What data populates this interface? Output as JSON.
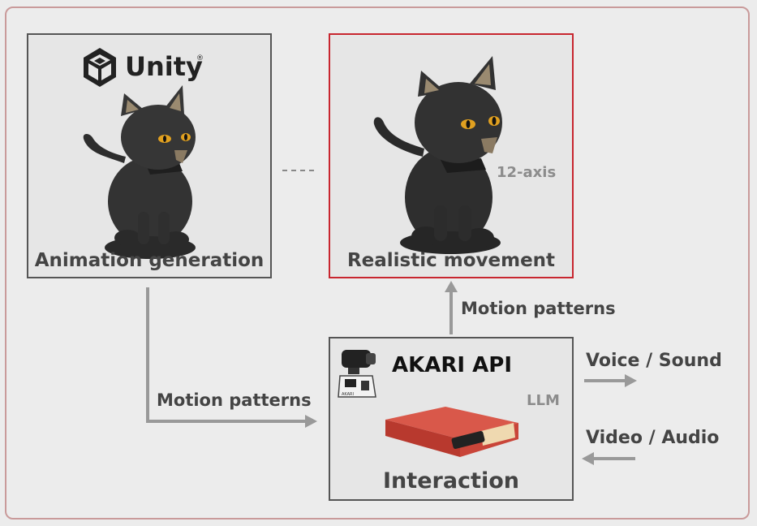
{
  "unity": {
    "logo_text": "Unity",
    "logo_mark": "®"
  },
  "boxes": {
    "animation": {
      "caption": "Animation generation"
    },
    "realistic": {
      "caption": "Realistic movement",
      "axis_note": "12-axis"
    },
    "interaction": {
      "title": "AKARI API",
      "caption": "Interaction",
      "llm_note": "LLM",
      "device_badge": "AKARI"
    }
  },
  "arrows": {
    "up_label": "Motion patterns",
    "left_label": "Motion patterns",
    "voice": "Voice / Sound",
    "video": "Video / Audio"
  },
  "colors": {
    "border": "#555555",
    "highlight": "#c8262f",
    "arrow": "#8c8c8c",
    "frame": "#c99a9a",
    "device": "#cf4a3e"
  }
}
